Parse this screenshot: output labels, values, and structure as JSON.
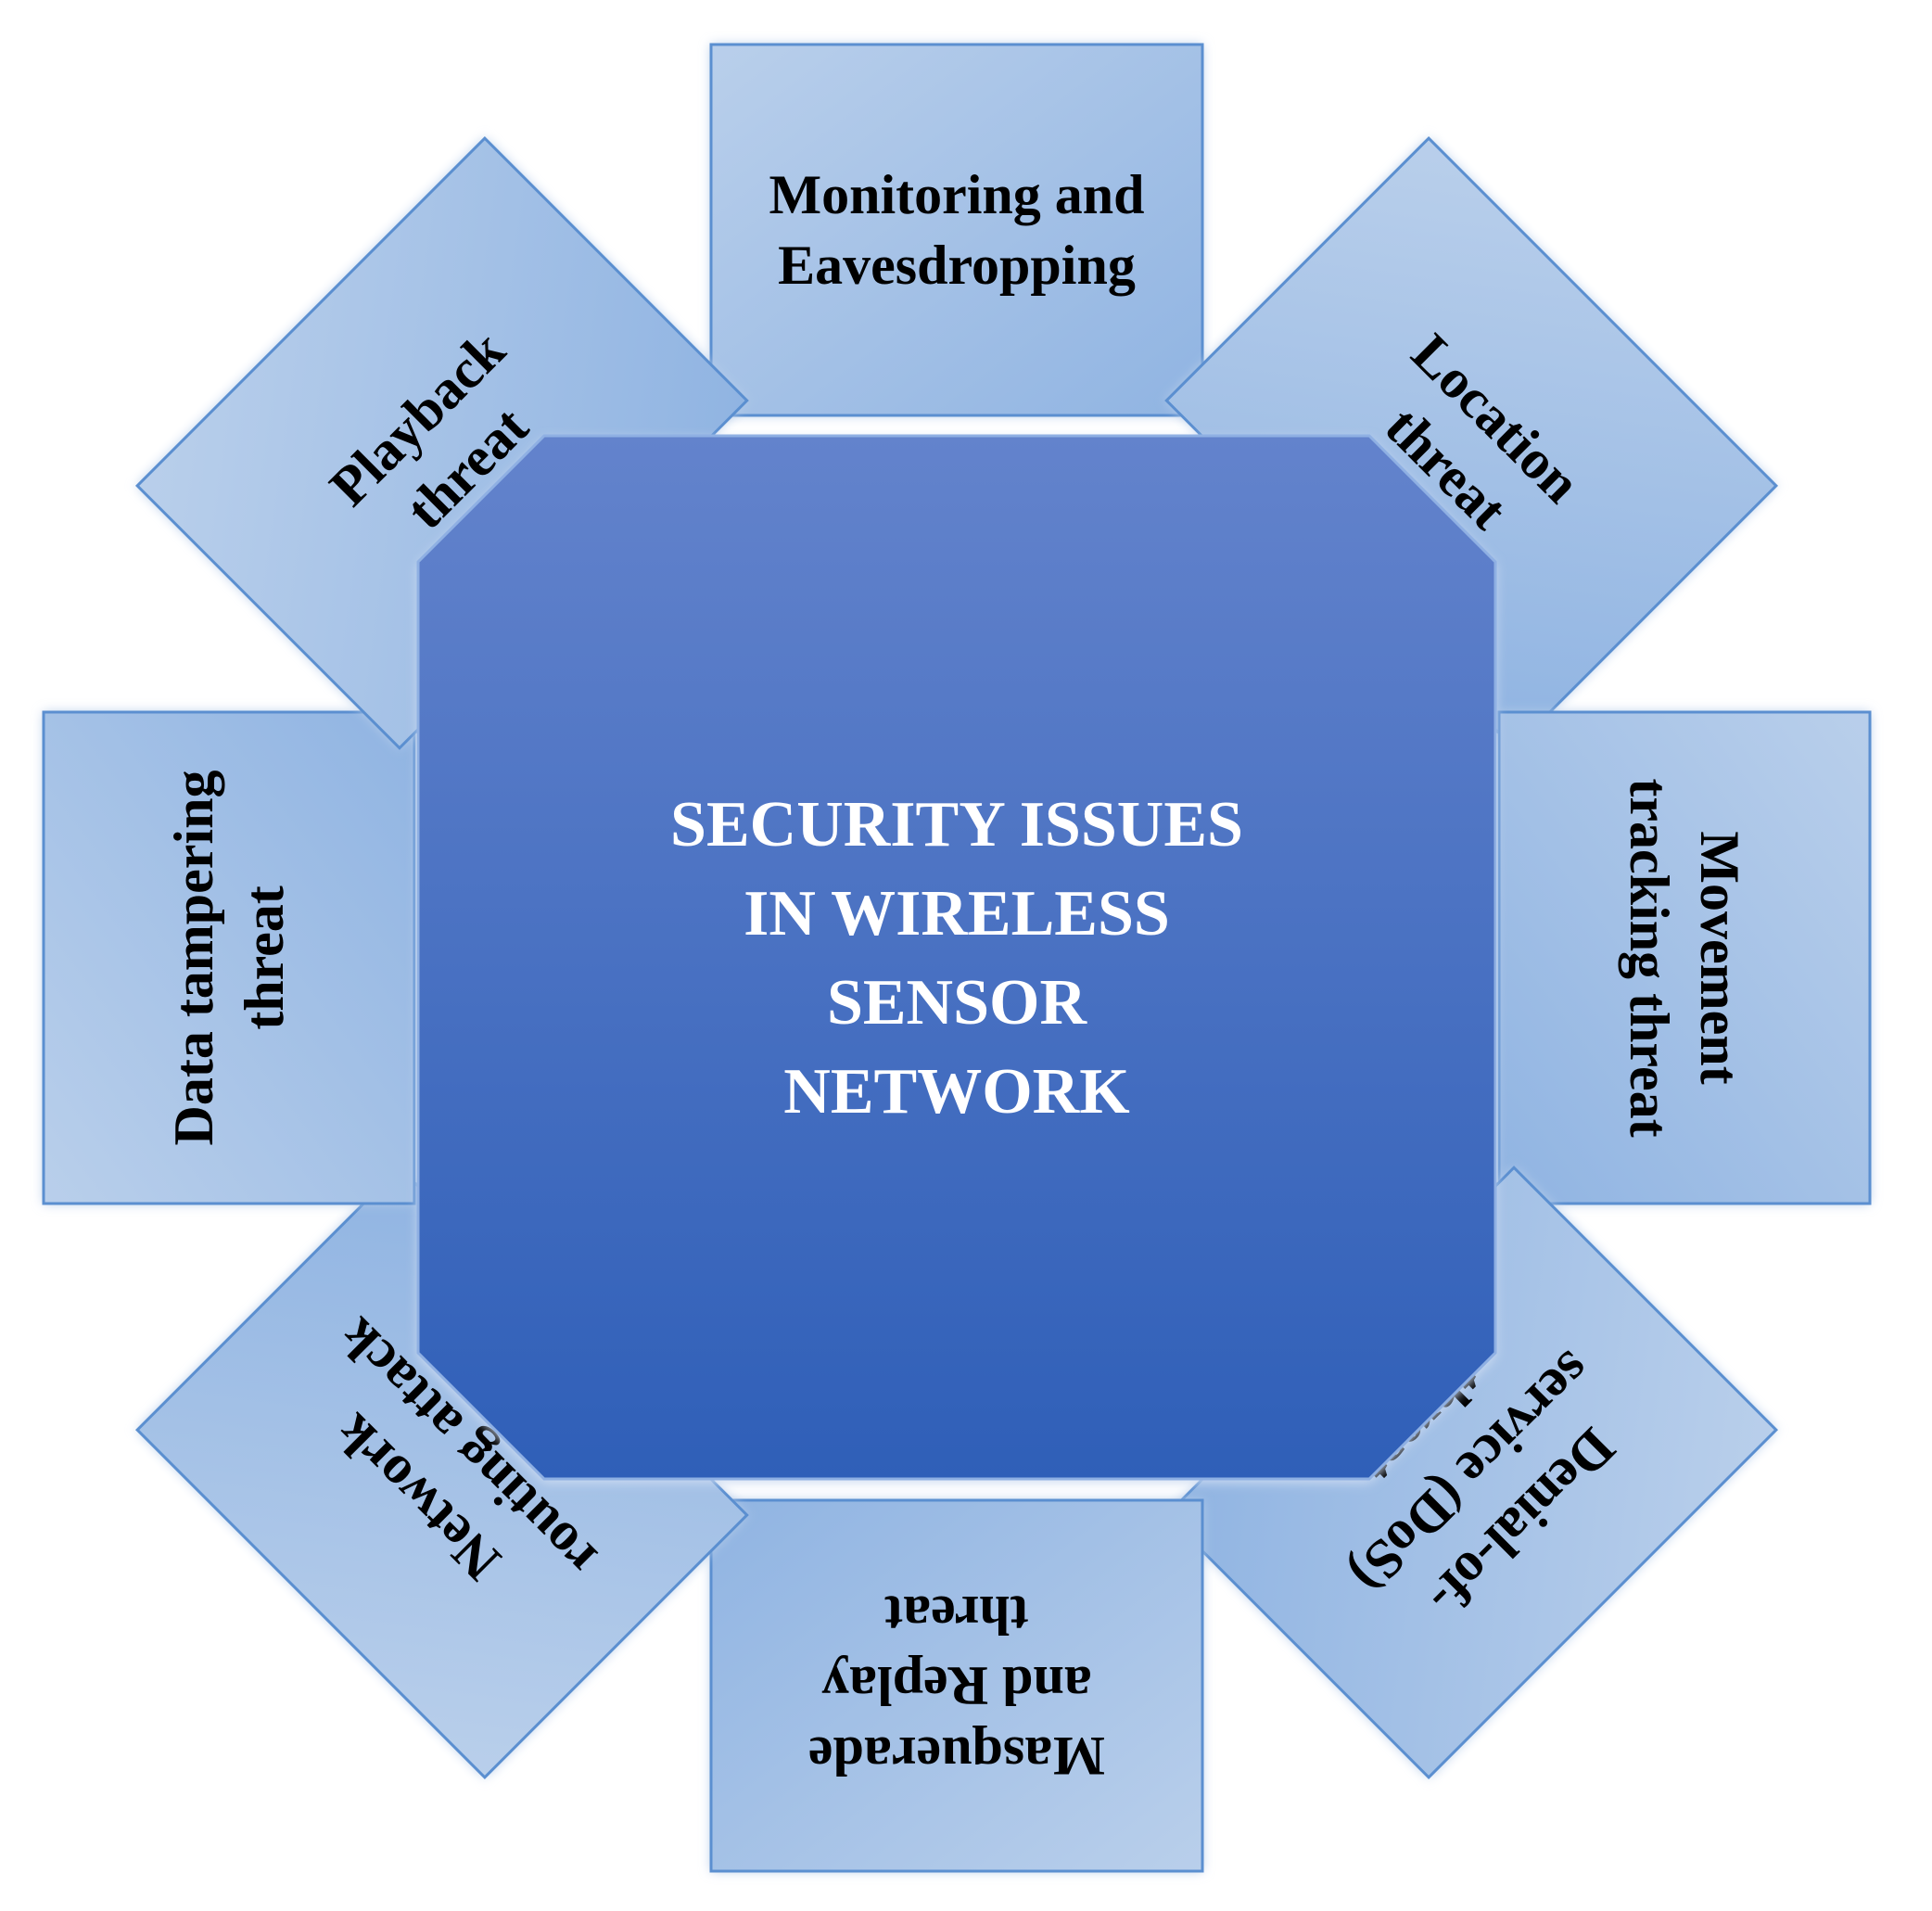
{
  "center": {
    "lines": [
      "SECURITY ISSUES",
      "IN WIRELESS",
      "SENSOR",
      "NETWORK"
    ]
  },
  "satellites": [
    {
      "lines": [
        "Monitoring and",
        "Eavesdropping"
      ]
    },
    {
      "lines": [
        "Location",
        "threat"
      ]
    },
    {
      "lines": [
        "Movement",
        "tracking threat"
      ]
    },
    {
      "lines": [
        "Denial-of-",
        "service (DoS)",
        "threat"
      ]
    },
    {
      "lines": [
        "Masquerade",
        "and Replay",
        "threat"
      ]
    },
    {
      "lines": [
        "Network",
        "routing attack"
      ]
    },
    {
      "lines": [
        "Data tampering",
        "threat"
      ]
    },
    {
      "lines": [
        "Playback",
        "threat"
      ]
    }
  ],
  "colors": {
    "center_top": "#6383cc",
    "center_bottom": "#2f5fb8",
    "box_light": "#b9cfeb",
    "box_dark": "#90b4e2",
    "box_border": "#5b8fd0"
  }
}
